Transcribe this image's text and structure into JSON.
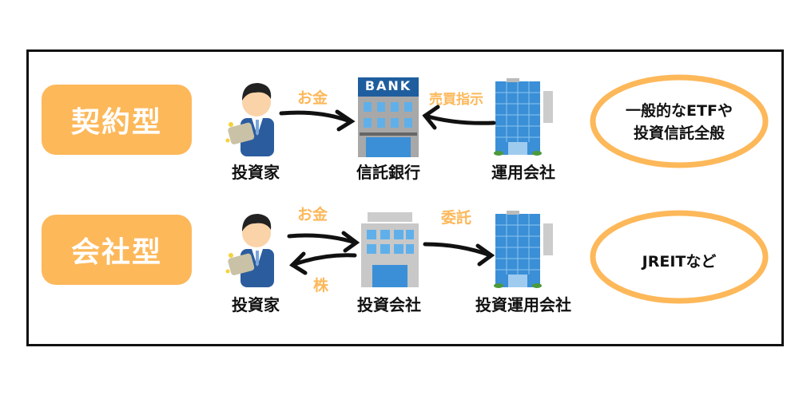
{
  "colors": {
    "accent": "#FDB85A",
    "building_blue": "#3A8FD6",
    "bank_header": "#1F5E9E"
  },
  "rows": [
    {
      "type_label": "契約型",
      "actors": [
        "投資家",
        "信託銀行",
        "運用会社"
      ],
      "flows": [
        "お金",
        "売買指示"
      ],
      "bank_sign": "BANK",
      "examples": [
        "一般的なETFや",
        "投資信託全般"
      ]
    },
    {
      "type_label": "会社型",
      "actors": [
        "投資家",
        "投資会社",
        "投資運用会社"
      ],
      "flows": [
        "お金",
        "株",
        "委託"
      ],
      "examples": [
        "JREITなど"
      ]
    }
  ]
}
